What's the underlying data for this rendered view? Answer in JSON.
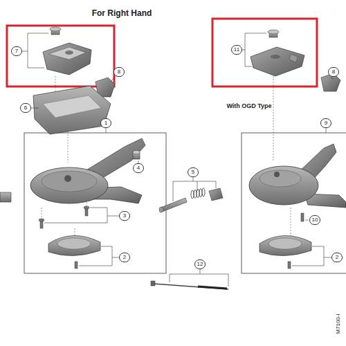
{
  "diagram": {
    "title": "For Right Hand",
    "labels": [
      "7",
      "11",
      "8",
      "8",
      "6",
      "1",
      "With OGD Type",
      "9",
      "4",
      "5",
      "3",
      "10",
      "2",
      "2",
      "12",
      "M7100-I"
    ]
  }
}
